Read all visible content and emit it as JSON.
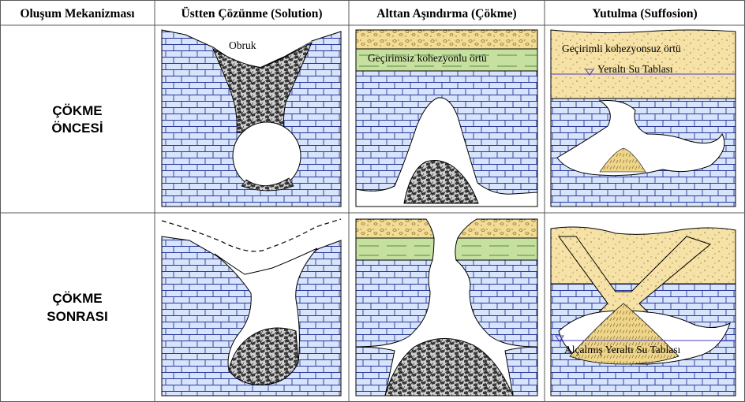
{
  "headers": {
    "mechanism": "Oluşum Mekanizması",
    "solution": "Üstten Çözünme (Solution)",
    "collapse": "Alttan Aşındırma (Çökme)",
    "suffosion": "Yutulma (Suffosion)"
  },
  "rows": {
    "before_line1": "ÇÖKME",
    "before_line2": "ÖNCESİ",
    "after_line1": "ÇÖKME",
    "after_line2": "SONRASI"
  },
  "labels": {
    "obruk": "Obruk",
    "impermeable_cover": "Geçirimsiz kohezyonlu örtü",
    "permeable_cover": "Geçirimli kohezyonsuz örtü",
    "water_table": "Yeraltı Su Tablası",
    "lowered_water_table": "Alçalmış Yeraltı Su Tablası"
  },
  "colors": {
    "limestone_fill": "#d8e4fb",
    "limestone_lines": "#27389a",
    "sand_fill": "#f6e2a6",
    "clay_green": "#c6e19f",
    "rubble": "#3a3a3a",
    "grid": "#5a5a5a",
    "water_table_line": "#4a3cc0"
  }
}
